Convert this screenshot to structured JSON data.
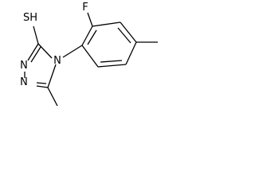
{
  "structure": {
    "atoms": {
      "thiol": "SH",
      "fluorine": "F",
      "nitrogen_n4": "N",
      "nitrogen_n1": "N",
      "nitrogen_n2": "N"
    }
  },
  "colors": {
    "bond": "#000000",
    "background": "#ffffff"
  }
}
